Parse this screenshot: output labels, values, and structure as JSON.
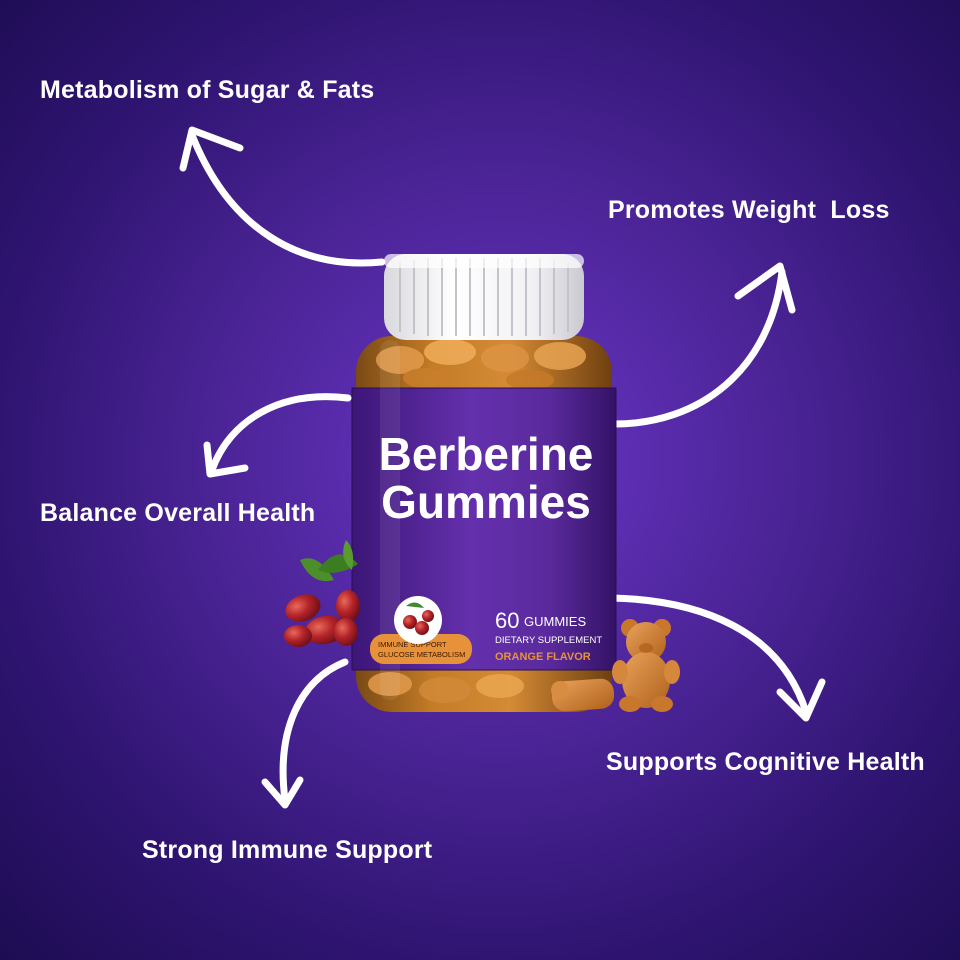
{
  "colors": {
    "background": "#4d2599",
    "label_purple": "#5a2a9c",
    "orange": "#e7913a",
    "text_white": "#ffffff"
  },
  "benefits": [
    {
      "text": "Metabolism of Sugar & Fats"
    },
    {
      "text": "Promotes Weight  Loss"
    },
    {
      "text": "Balance Overall Health"
    },
    {
      "text": "Supports Cognitive Health"
    },
    {
      "text": "Strong Immune Support"
    }
  ],
  "product": {
    "title_line1": "Berberine",
    "title_line2": "Gummies",
    "count": "60",
    "count_unit": "GUMMIES",
    "type": "DIETARY SUPPLEMENT",
    "flavor": "ORANGE FLAVOR",
    "badge_line1": "IMMUNE SUPPORT",
    "badge_line2": "GLUCOSE METABOLISM"
  },
  "icons": [
    "arrow-icon",
    "berry-icon",
    "leaf-icon",
    "gummy-bear-icon",
    "bottle-cap-icon"
  ]
}
